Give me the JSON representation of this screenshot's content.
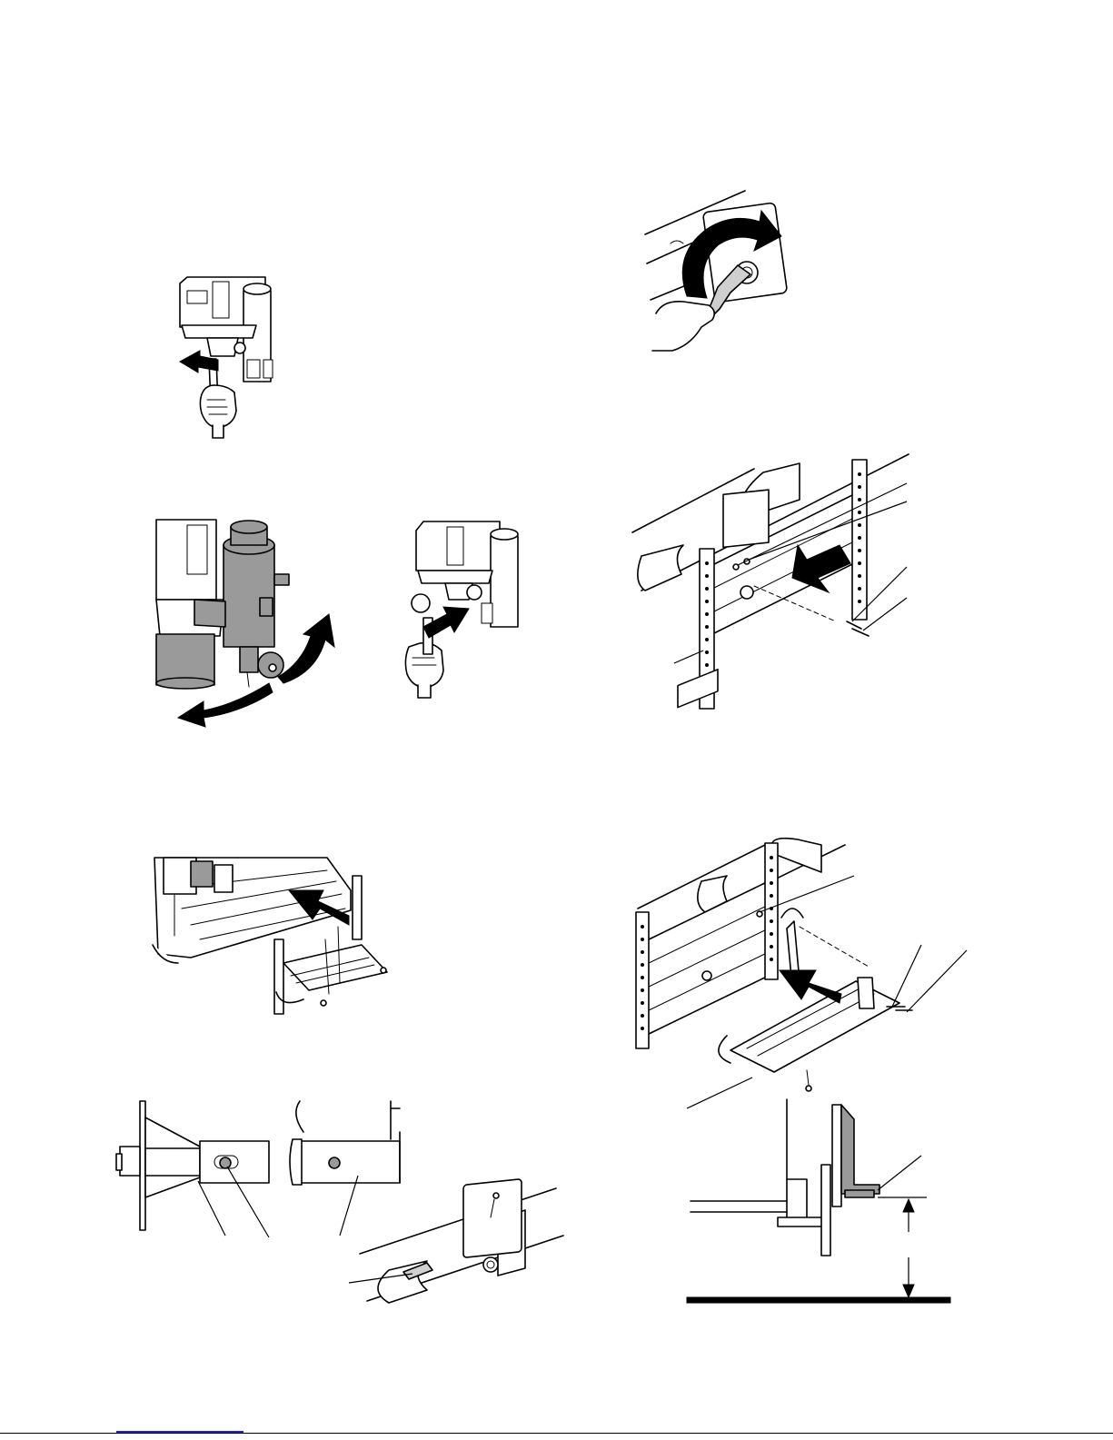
{
  "page": {
    "figures": [
      {
        "id": "fig-valve-handle-close",
        "icon": "hand-turning-valve-handle"
      },
      {
        "id": "fig-wrench-tighten",
        "icon": "hand-wrench-rotate"
      },
      {
        "id": "fig-drain-valve-open",
        "icon": "drain-valve-rotate"
      },
      {
        "id": "fig-valve-handle-open",
        "icon": "hand-pushing-valve-handle"
      },
      {
        "id": "fig-bracket-mount",
        "icon": "bracket-slide-onto-frame"
      },
      {
        "id": "fig-cart-frame",
        "icon": "cart-frame-slide-in"
      },
      {
        "id": "fig-tray-mount",
        "icon": "tray-slide-onto-frame"
      },
      {
        "id": "fig-pin-detail",
        "icon": "bracket-pin-detail"
      },
      {
        "id": "fig-height-detail",
        "icon": "tray-height-detail"
      }
    ],
    "footer": {
      "link_color": "#2222cc"
    }
  }
}
